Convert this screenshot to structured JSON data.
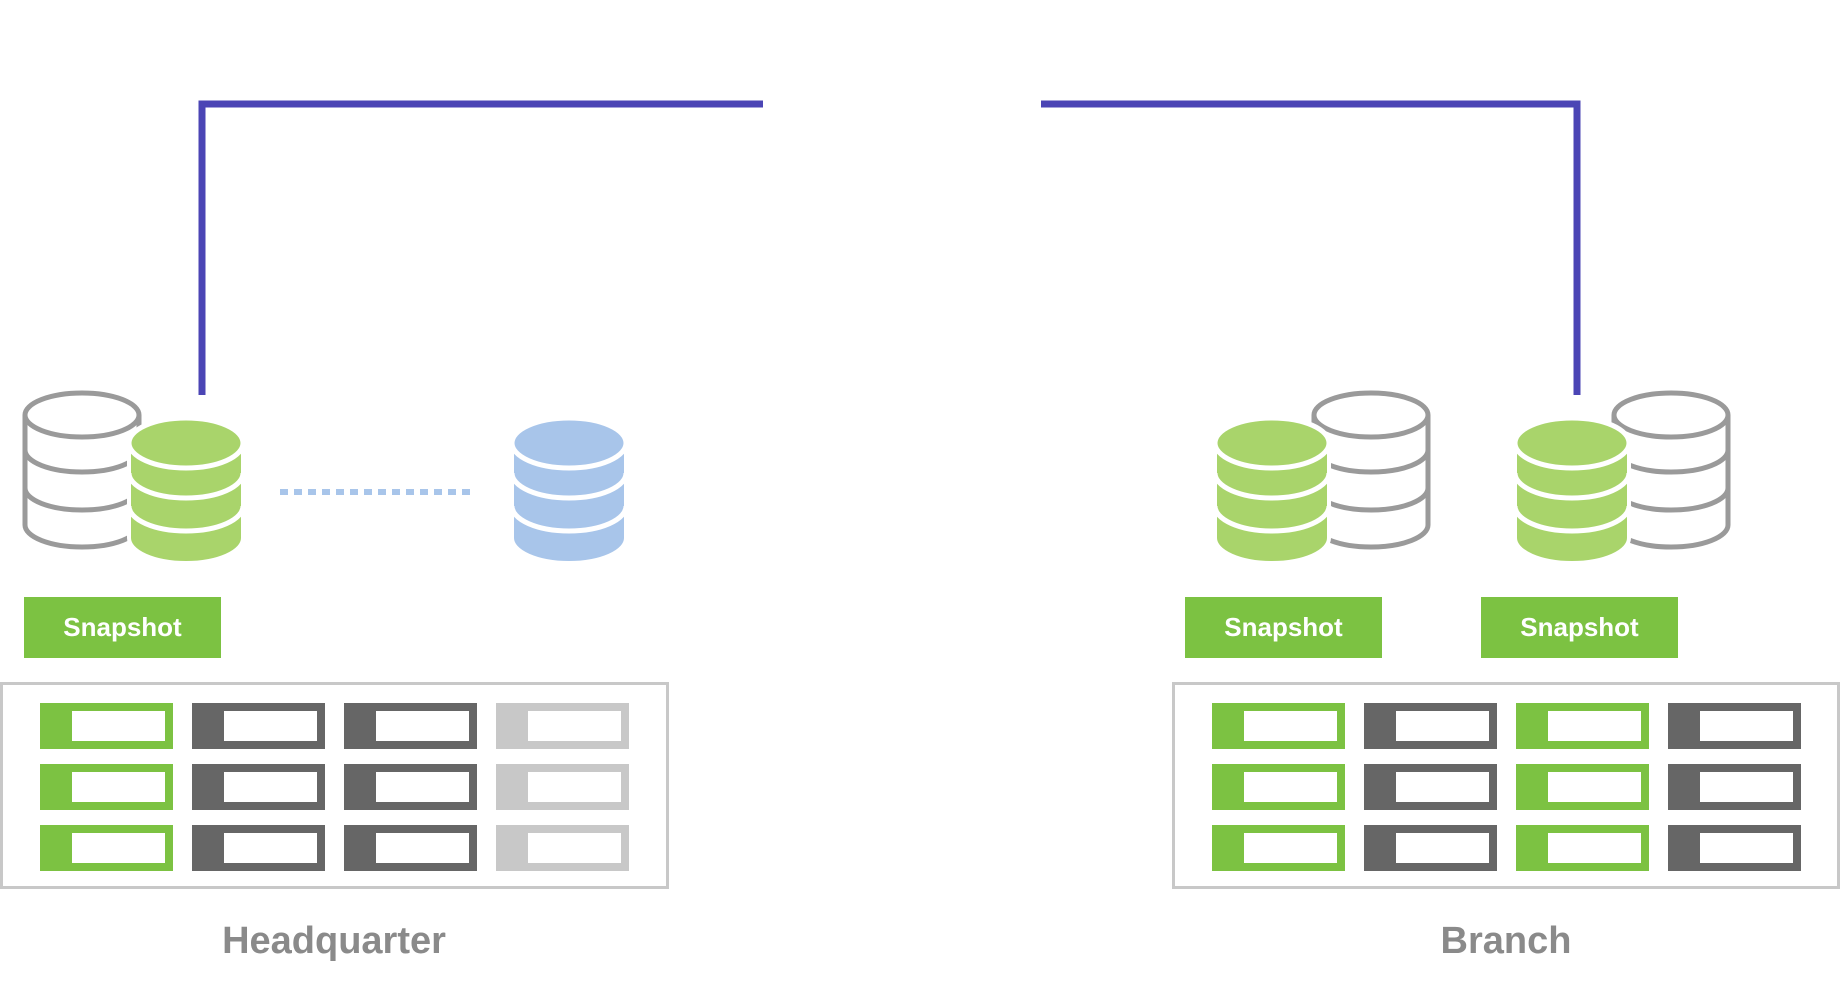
{
  "colors": {
    "link": "#4b45b5",
    "green": "#7cc242",
    "green_db": "#a9d46b",
    "gray_db": "#9a9a9a",
    "blue_db": "#a8c5ea",
    "dark_slot": "#666666",
    "light_slot": "#c8c8c8"
  },
  "headquarter": {
    "label": "Headquarter",
    "snapshot_label": "Snapshot",
    "rack_slot_columns": [
      "green",
      "dark",
      "dark",
      "light"
    ]
  },
  "branch": {
    "label": "Branch",
    "snapshot_labels": [
      "Snapshot",
      "Snapshot"
    ],
    "rack_slot_columns": [
      "green",
      "dark",
      "green",
      "dark"
    ]
  },
  "icons": [
    "database-icon",
    "database-icon",
    "database-icon",
    "database-icon",
    "database-icon",
    "database-icon",
    "database-icon"
  ]
}
